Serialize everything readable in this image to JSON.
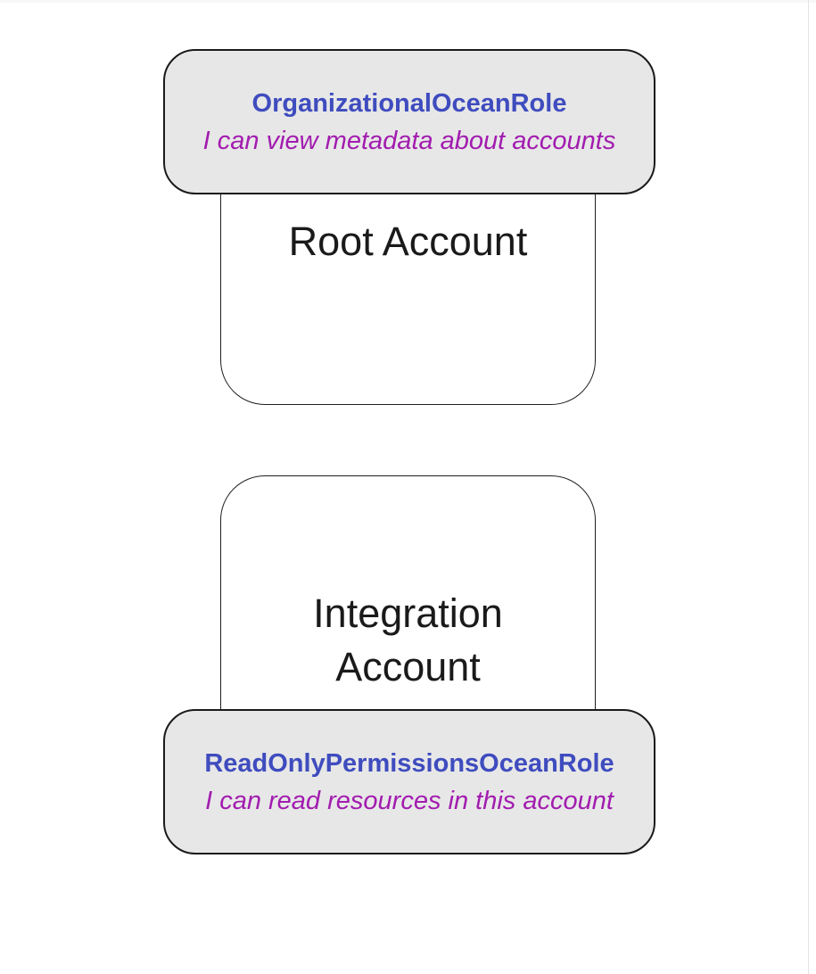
{
  "diagram": {
    "background": "#ffffff",
    "colors": {
      "node_fill": "#e7e7e7",
      "node_border": "#1a1a1a",
      "container_border": "#1f1f1f",
      "role_name_text": "#3f4cbf",
      "role_description_text": "#a21caf",
      "account_label_text": "#1a1a1a"
    },
    "root_account": {
      "label": "Root Account",
      "role": {
        "name": "OrganizationalOceanRole",
        "description": "I can view metadata about accounts"
      }
    },
    "integration_account": {
      "label": "Integration Account",
      "role": {
        "name": "ReadOnlyPermissionsOceanRole",
        "description": "I can read resources in this account"
      }
    }
  }
}
